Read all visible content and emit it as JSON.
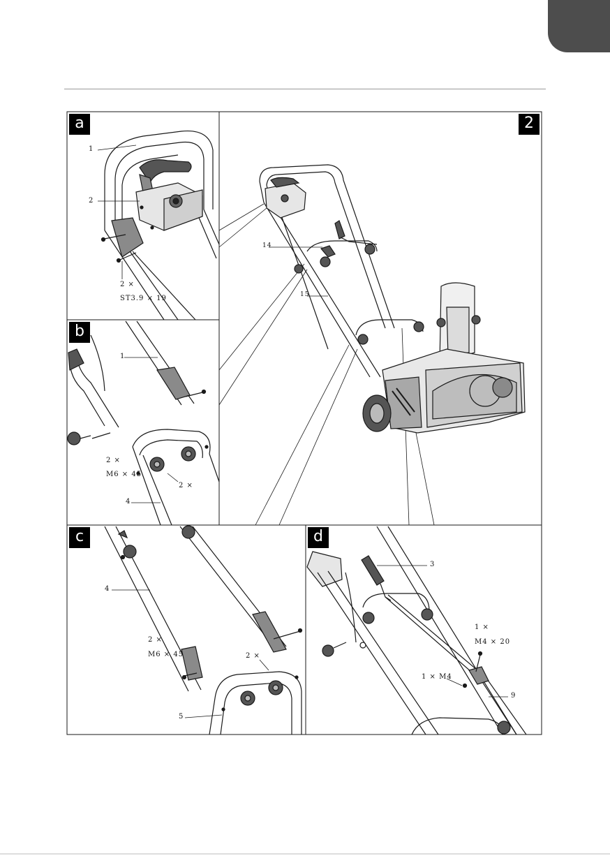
{
  "figure": {
    "panels": {
      "a": {
        "label": "a"
      },
      "b": {
        "label": "b"
      },
      "c": {
        "label": "c"
      },
      "d": {
        "label": "d"
      },
      "main": {
        "label": "2"
      }
    },
    "callouts": {
      "a_1": "1",
      "a_2": "2",
      "a_qty": "2 ×",
      "a_screw": "ST3.9 × 19",
      "b_1": "1",
      "b_qty1": "2 ×",
      "b_screw": "M6 × 45",
      "b_qty2": "2 ×",
      "b_4": "4",
      "main_14": "14",
      "main_15": "15",
      "c_4": "4",
      "c_qty1": "2 ×",
      "c_screw": "M6 × 45",
      "c_qty2": "2 ×",
      "c_5": "5",
      "d_3": "3",
      "d_qty1": "1 ×",
      "d_screw": "M4 × 20",
      "d_nut": "1 × M4",
      "d_9": "9"
    },
    "colors": {
      "tab": "#4d4d4d",
      "line": "#1a1a1a",
      "fill_dark": "#555555",
      "fill_mid": "#8a8a8a"
    }
  }
}
